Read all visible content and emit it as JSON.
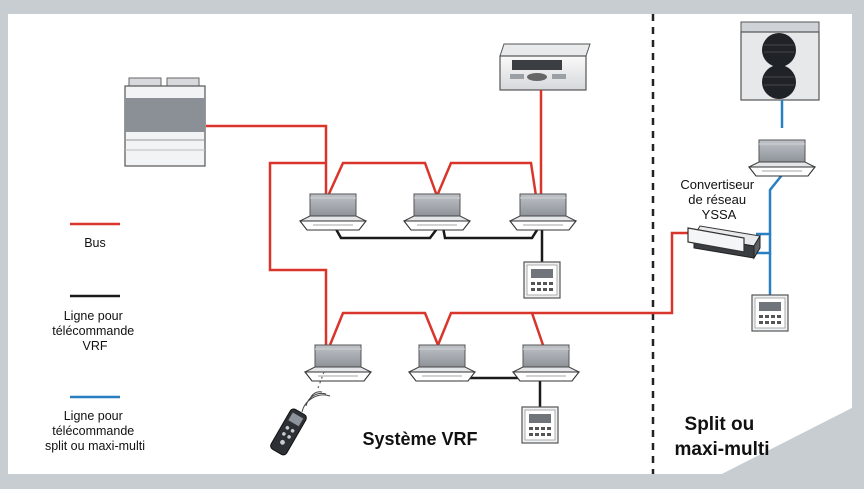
{
  "legend": {
    "bus": {
      "label": "Bus",
      "color": "#d9352a"
    },
    "vrf_line": {
      "label_lines": [
        "Ligne pour",
        "télécommande",
        "VRF"
      ],
      "color": "#1a1a1a"
    },
    "split_line": {
      "label_lines": [
        "Ligne pour",
        "télécommande",
        "split ou maxi-multi"
      ],
      "color": "#2a7fc0"
    }
  },
  "converter": {
    "label_lines": [
      "Convertiseur",
      "de réseau",
      "YSSA"
    ]
  },
  "sections": {
    "vrf": "Système VRF",
    "split_lines": [
      "Split ou",
      "maxi-multi"
    ]
  },
  "colors": {
    "frame": "#c8cdd2",
    "bus": "#d9352a",
    "remote_line": "#1a1a1a",
    "split_line": "#2a7fc0",
    "divider": "#222222"
  },
  "icons": [
    "outdoor-unit-vrf-icon",
    "central-controller-icon",
    "cassette-unit-icon",
    "wall-remote-icon",
    "infrared-remote-icon",
    "outdoor-unit-split-icon",
    "network-converter-icon"
  ]
}
